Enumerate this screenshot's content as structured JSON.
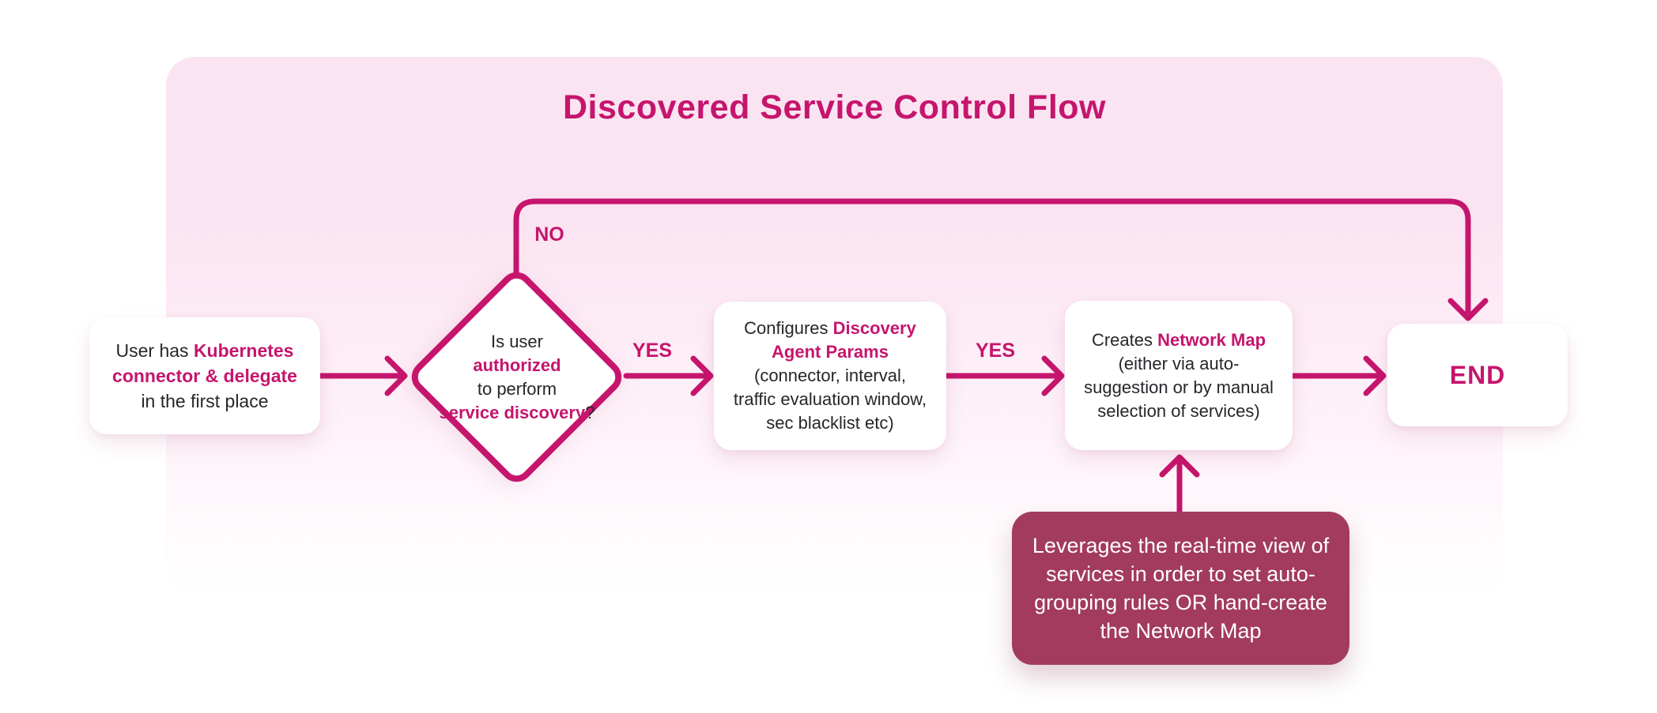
{
  "title": "Discovered Service Control Flow",
  "colors": {
    "accent": "#c5156d",
    "panel_pink": "#fbe4f1",
    "note_background": "#a23b5d",
    "node_text": "#26262b",
    "note_text": "#ffffff"
  },
  "edge_labels": {
    "no": "NO",
    "yes_to_configure": "YES",
    "yes_to_create": "YES"
  },
  "nodes": {
    "start": {
      "lines": [
        [
          {
            "t": "User has ",
            "a": false
          },
          {
            "t": "Kubernetes",
            "a": true
          }
        ],
        [
          {
            "t": "connector & delegate",
            "a": true
          }
        ],
        [
          {
            "t": "in the first place",
            "a": false
          }
        ]
      ]
    },
    "decision": {
      "lines": [
        [
          {
            "t": "Is user",
            "a": false
          }
        ],
        [
          {
            "t": "authorized",
            "a": true
          }
        ],
        [
          {
            "t": "to perform",
            "a": false
          }
        ],
        [
          {
            "t": "service discovery",
            "a": true
          },
          {
            "t": "?",
            "a": false
          }
        ]
      ]
    },
    "configure": {
      "lines": [
        [
          {
            "t": "Configures ",
            "a": false
          },
          {
            "t": "Discovery",
            "a": true
          }
        ],
        [
          {
            "t": "Agent Params",
            "a": true
          }
        ],
        [
          {
            "t": "(connector, interval,",
            "a": false
          }
        ],
        [
          {
            "t": "traffic evaluation window,",
            "a": false
          }
        ],
        [
          {
            "t": "sec blacklist etc)",
            "a": false
          }
        ]
      ]
    },
    "create": {
      "lines": [
        [
          {
            "t": "Creates ",
            "a": false
          },
          {
            "t": "Network Map",
            "a": true
          }
        ],
        [
          {
            "t": "(either via auto-",
            "a": false
          }
        ],
        [
          {
            "t": "suggestion or by manual",
            "a": false
          }
        ],
        [
          {
            "t": "selection of services)",
            "a": false
          }
        ]
      ]
    },
    "end": {
      "label": "END"
    },
    "note": {
      "lines": [
        [
          {
            "t": "Leverages the real-time view of",
            "a": false
          }
        ],
        [
          {
            "t": "services in order to set auto-",
            "a": false
          }
        ],
        [
          {
            "t": "grouping rules OR hand-create",
            "a": false
          }
        ],
        [
          {
            "t": "the Network Map",
            "a": false
          }
        ]
      ]
    }
  }
}
